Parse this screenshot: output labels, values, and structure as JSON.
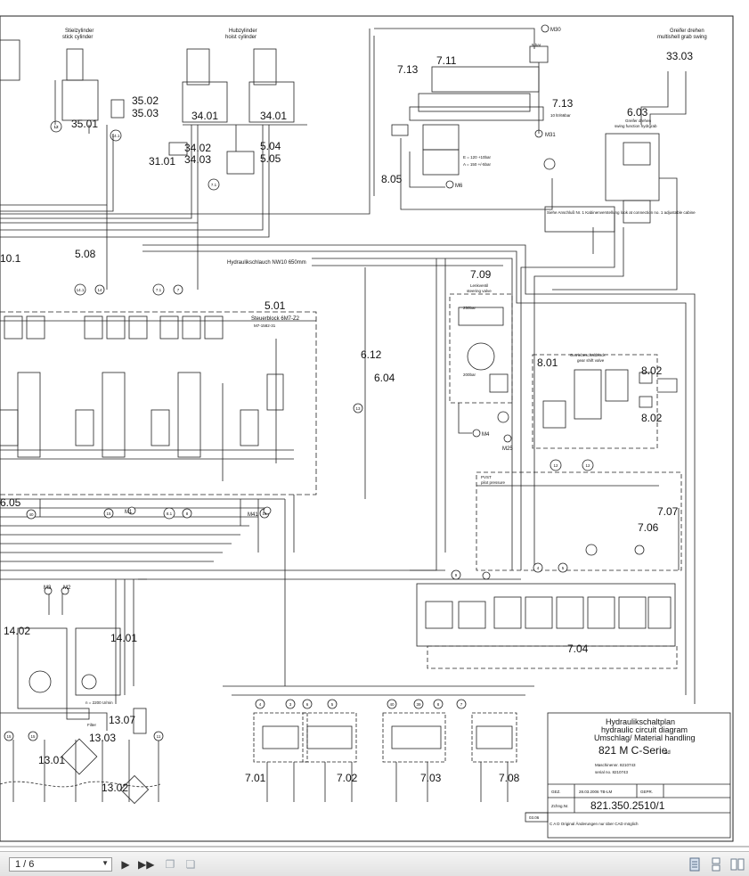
{
  "viewer": {
    "page_indicator": "1 / 6",
    "buttons": [
      "next-page",
      "last-page",
      "copy",
      "paste",
      "single-page-view",
      "continuous-view",
      "two-page-view"
    ]
  },
  "title_block": {
    "line1": "Hydraulikschaltplan",
    "line2": "hydraulic circuit diagram",
    "line3": "Umschlag/ Material handling",
    "model": "821 M    C-Serie",
    "model_sub": "ad",
    "machine_no": "Maschinennr. 8210743",
    "serial_no": "serial no. 8210743",
    "gez_label": "GEZ.",
    "date": "28.03.2006 TB-LM",
    "gepr_label": "GEPR.",
    "zeichng_label": "Zchng.Nr.",
    "drawing_no": "821.350.2510/1",
    "revision": "03.06",
    "footer": "C A D  Original  Änderungen nur über CAD möglich"
  },
  "labels": {
    "stick_cyl": "Stielzylinder",
    "stick_cyl_en": "stick cylinder",
    "hoist_cyl": "Hubzylinder",
    "hoist_cyl_en": "hoist cylinder",
    "grab_swing_de": "Greifer drehen",
    "grab_swing_en": "multishell grab swing",
    "swing_hydrgrab_de": "Greifer drehen",
    "swing_hydrgrab_en": "swing function hydrgrab",
    "hose": "Hydraulikschlauch NW10 650mm",
    "control_block": "Steuerblock 6M7-Z2",
    "control_block_sub": "M7-1582-31",
    "steering_de": "Lenkventil",
    "steering_en": "steering valve",
    "gear_de": "Getriebeschaltblock",
    "gear_en": "gear shift valve",
    "notice": "Siehe Anschluß Nr. 1 Kabinenverstellung look at connection no. 1 adjustable cabine",
    "e_val": "E = 120 +10bar",
    "a_val": "A = 150 +/-5bar",
    "flow": "10 ltr/66bar",
    "five_bar": "5 bar",
    "pvst": "PVST",
    "pilot": "pilot pressure",
    "filter": "Filter",
    "n_rpm": "n = 2200 U/min",
    "bar_250": "250bar",
    "bar_200": "200bar"
  },
  "refs": {
    "r3501": "35.01",
    "r3502": "35.02",
    "r3503": "35.03",
    "r3401a": "34.01",
    "r3401b": "34.01",
    "r3402": "34.02",
    "r3403": "34.03",
    "r3101": "31.01",
    "r504": "5.04",
    "r505": "5.05",
    "r711": "7.11",
    "r713a": "7.13",
    "r713b": "7.13",
    "r3303": "33.03",
    "r603": "6.03",
    "r805": "8.05",
    "r508": "5.08",
    "r101": "10.1",
    "r501": "5.01",
    "r709": "7.09",
    "r612": "6.12",
    "r604": "6.04",
    "r801": "8.01",
    "r802a": "8.02",
    "r802b": "8.02",
    "r605": "6.05",
    "r707": "7.07",
    "r706": "7.06",
    "r1402": "14.02",
    "r1401": "14.01",
    "r704": "7.04",
    "r1307": "13.07",
    "r1303": "13.03",
    "r1301": "13.01",
    "r1302": "13.02",
    "r701": "7.01",
    "r702": "7.02",
    "r703": "7.03",
    "r708": "7.08"
  },
  "ports": {
    "m30": "M30",
    "m31": "M31",
    "m6": "M6",
    "m4": "M4",
    "m25": "M25",
    "m1": "M1",
    "m41": "M41",
    "m3": "M3",
    "m2": "M2"
  },
  "circles": [
    "12",
    "14.1",
    "7.1",
    "12",
    "14.1",
    "14",
    "7.1",
    "7",
    "40",
    "15",
    "8.1",
    "8",
    "15",
    "12",
    "12",
    "13",
    "9",
    "4",
    "5",
    "4",
    "3",
    "6",
    "5",
    "40",
    "39",
    "8",
    "7",
    "15",
    "15",
    "11"
  ]
}
